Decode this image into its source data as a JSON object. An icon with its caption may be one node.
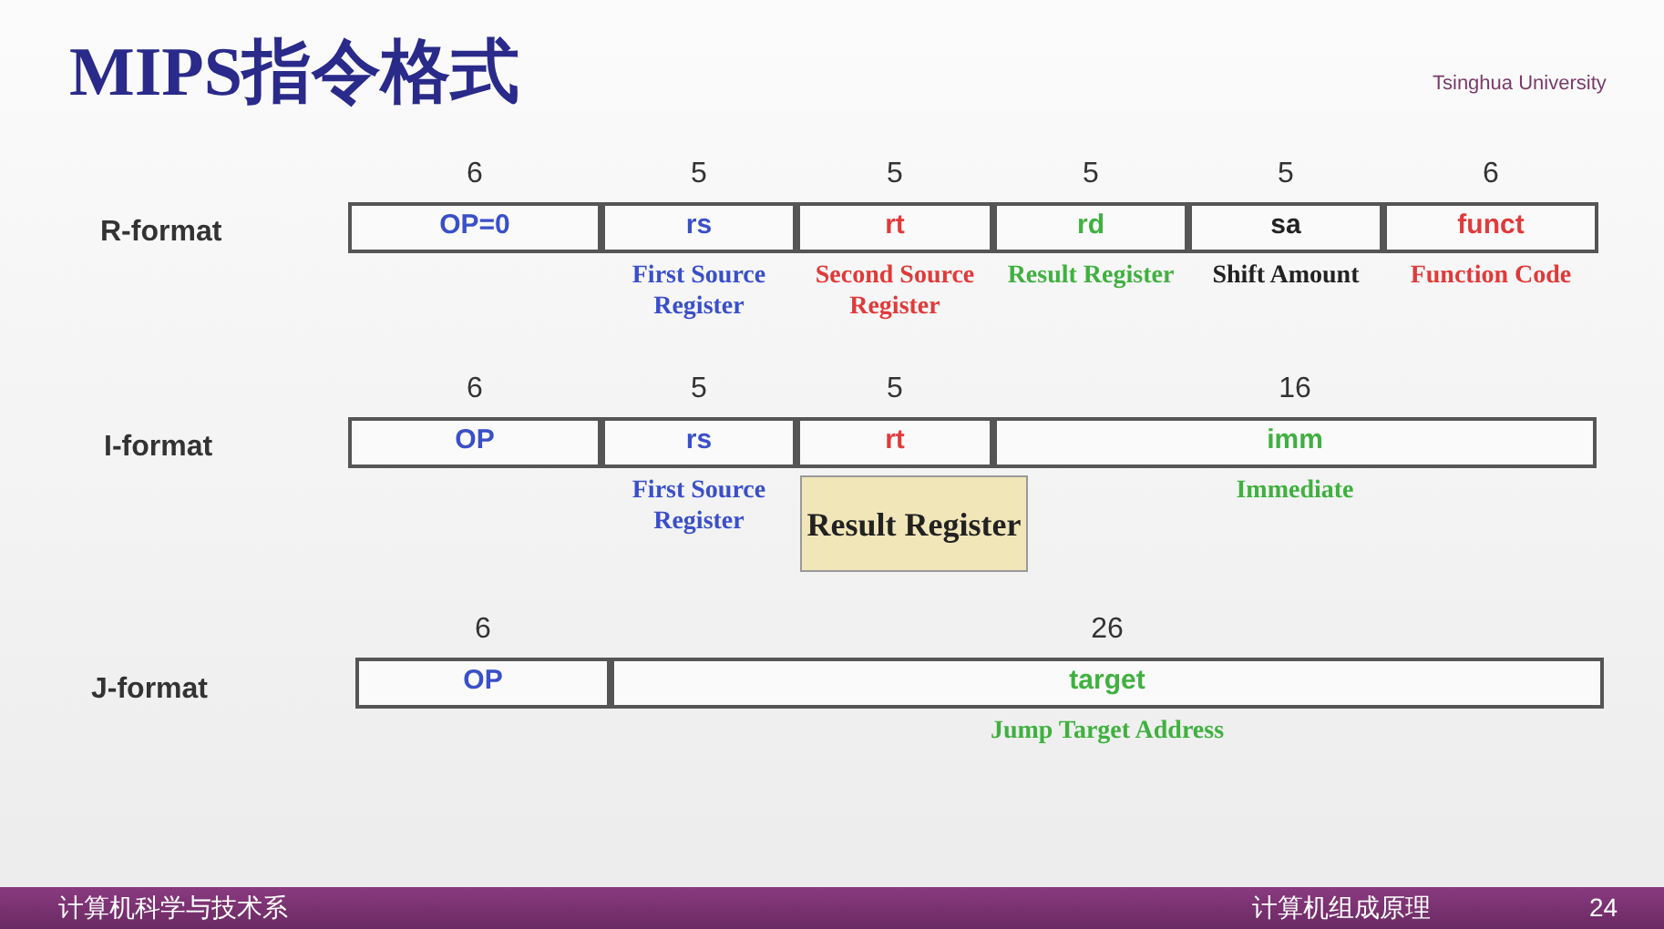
{
  "diagram": {
    "title": "MIPS指令格式",
    "nodes": [
      {
        "text": [
          "OP=0"
        ],
        "beside": [
          "6"
        ]
      },
      {
        "text": [
          "rs"
        ],
        "beside": [
          "5",
          "First Source Register"
        ]
      },
      {
        "text": [
          "rt"
        ],
        "beside": [
          "5",
          "Second Source Register"
        ]
      },
      {
        "text": [
          "rd"
        ],
        "beside": [
          "5",
          "Result Register"
        ]
      },
      {
        "text": [
          "sa"
        ],
        "beside": [
          "5",
          "Shift Amount"
        ]
      },
      {
        "text": [
          "funct"
        ],
        "beside": [
          "6",
          "Function Code"
        ]
      },
      {
        "text": [
          "OP"
        ],
        "beside": [
          "6"
        ]
      },
      {
        "text": [
          "rs"
        ],
        "beside": [
          "5",
          "First Source Register"
        ]
      },
      {
        "text": [
          "rt"
        ],
        "beside": [
          "5"
        ]
      },
      {
        "text": [
          "imm"
        ],
        "beside": [
          "16",
          "Immediate"
        ]
      },
      {
        "text": [
          "Result Register"
        ]
      },
      {
        "text": [
          "OP"
        ],
        "beside": [
          "6"
        ]
      },
      {
        "text": [
          "target"
        ],
        "beside": [
          "26",
          "Jump Target Address"
        ]
      }
    ],
    "labels": [
      "R-format",
      "I-format",
      "J-format",
      "Tsinghua University",
      "计算机科学与技术系",
      "计算机组成原理",
      "24"
    ]
  }
}
